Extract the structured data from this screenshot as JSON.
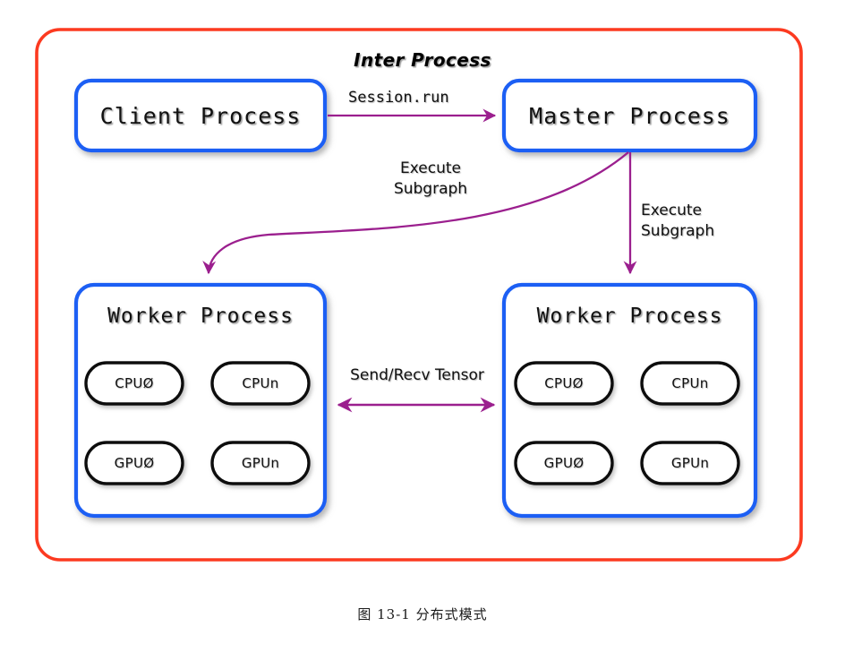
{
  "figure": {
    "group_title": "Inter Process",
    "caption": "图 13-1  分布式模式",
    "colors": {
      "outer_border": "#FC3A20",
      "box_border": "#1E5FF4",
      "unit_border": "#111111",
      "arrow": "#9B1F8E",
      "text": "#111111",
      "background": "#FFFFFF"
    }
  },
  "nodes": {
    "client_process": {
      "label": "Client Process"
    },
    "master_process": {
      "label": "Master Process"
    },
    "worker_left": {
      "label": "Worker Process",
      "units": [
        {
          "label": "CPUØ"
        },
        {
          "label": "CPUn"
        },
        {
          "label": "GPUØ"
        },
        {
          "label": "GPUn"
        }
      ]
    },
    "worker_right": {
      "label": "Worker Process",
      "units": [
        {
          "label": "CPUØ"
        },
        {
          "label": "CPUn"
        },
        {
          "label": "GPUØ"
        },
        {
          "label": "GPUn"
        }
      ]
    }
  },
  "edges": {
    "session_run": {
      "label": "Session.run"
    },
    "execute_subgraph_left": {
      "label": "Execute\nSubgraph"
    },
    "execute_subgraph_right": {
      "label": "Execute\nSubgraph"
    },
    "send_recv_tensor": {
      "label": "Send/Recv Tensor"
    }
  }
}
